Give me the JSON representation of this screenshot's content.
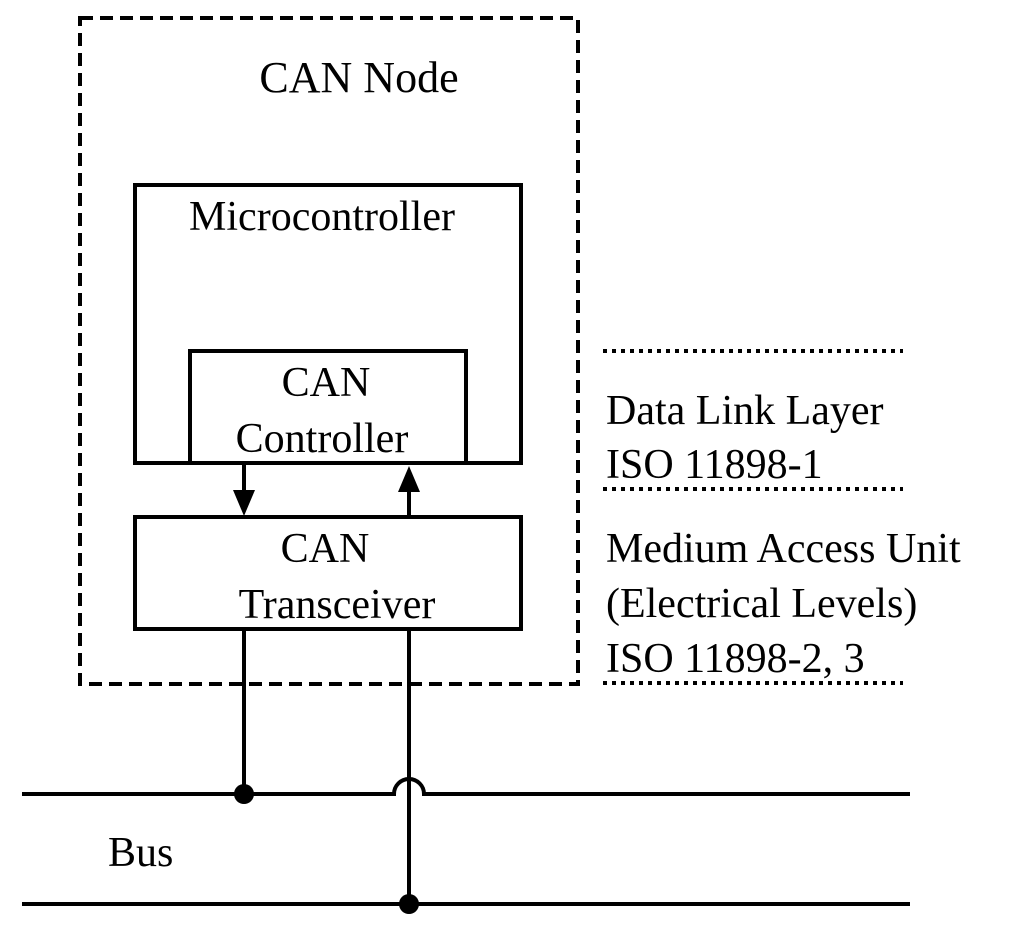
{
  "node": {
    "title": "CAN Node"
  },
  "microcontroller": {
    "label": "Microcontroller"
  },
  "controller": {
    "line1": "CAN",
    "line2": "Controller"
  },
  "transceiver": {
    "line1": "CAN",
    "line2": "Transceiver"
  },
  "layers": {
    "data_link": {
      "line1": "Data Link Layer",
      "line2": "ISO 11898-1"
    },
    "medium_access": {
      "line1": "Medium Access Unit",
      "line2": "(Electrical Levels)",
      "line3": "ISO 11898-2, 3"
    }
  },
  "bus": {
    "label": "Bus"
  }
}
